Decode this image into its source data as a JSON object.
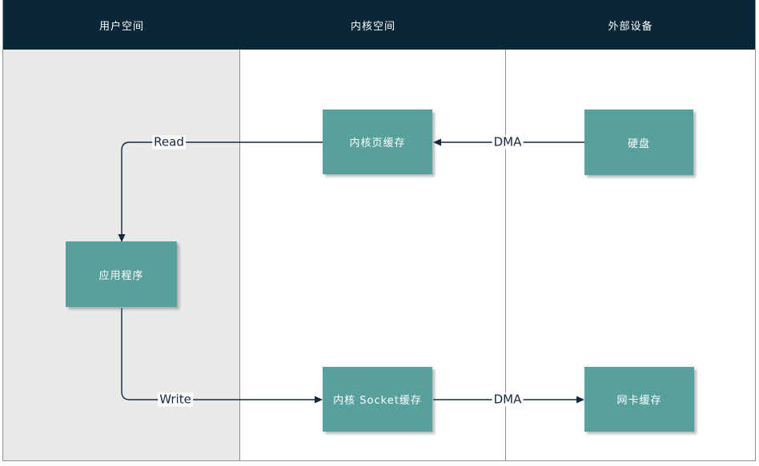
{
  "diagram": {
    "lanes": [
      {
        "id": "user-space",
        "label": "用户空间"
      },
      {
        "id": "kernel-space",
        "label": "内核空间"
      },
      {
        "id": "external-device",
        "label": "外部设备"
      }
    ],
    "nodes": [
      {
        "id": "application",
        "label": "应用程序"
      },
      {
        "id": "kernel-page-cache",
        "label": "内核页缓存"
      },
      {
        "id": "disk",
        "label": "硬盘"
      },
      {
        "id": "kernel-socket-cache",
        "label": "内核 Socket缓存"
      },
      {
        "id": "nic-cache",
        "label": "网卡缓存"
      }
    ],
    "edges": [
      {
        "id": "read",
        "label": "Read",
        "from": "kernel-page-cache",
        "to": "application"
      },
      {
        "id": "dma-disk-to-page-cache",
        "label": "DMA",
        "from": "disk",
        "to": "kernel-page-cache"
      },
      {
        "id": "write",
        "label": "Write",
        "from": "application",
        "to": "kernel-socket-cache"
      },
      {
        "id": "dma-socket-to-nic",
        "label": "DMA",
        "from": "kernel-socket-cache",
        "to": "nic-cache"
      }
    ],
    "colors": {
      "header_bg": "#0a2737",
      "node_bg": "#57a09b",
      "lane_user_bg": "#e8e9e9",
      "line": "#16283c",
      "frame_border": "#8f9194",
      "label_color": "#16283c"
    }
  }
}
